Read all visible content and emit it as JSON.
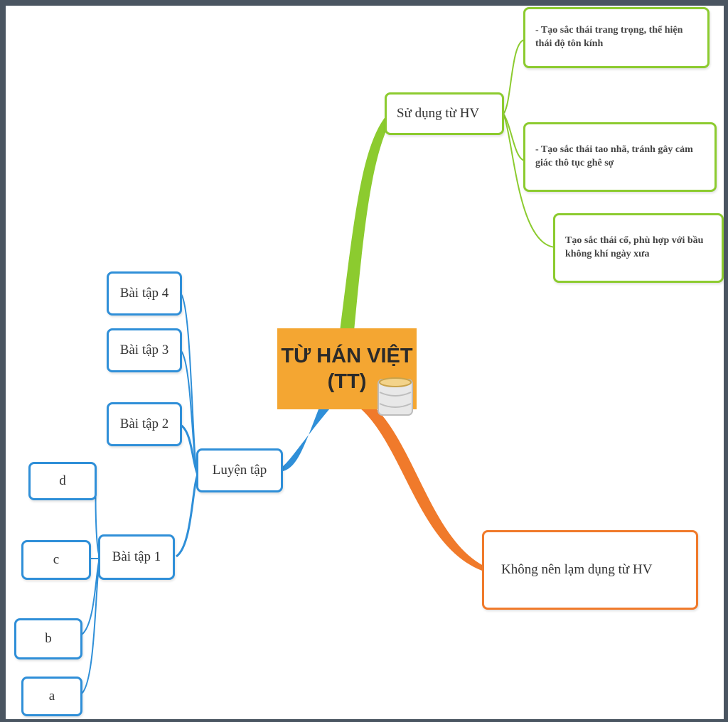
{
  "central": {
    "line1": "TỪ HÁN VIỆT",
    "line2": "(TT)",
    "icon": "database-icon"
  },
  "branches": {
    "usage": {
      "label": "Sử dụng từ HV",
      "children": [
        "- Tạo sắc thái trang trọng, thể hiện thái độ tôn kính",
        "- Tạo sắc thái tao nhã, tránh gây cảm giác thô tục ghê sợ",
        "Tạo sắc thái cổ, phù hợp với bầu không khí ngày xưa"
      ]
    },
    "warning": {
      "label": "Không nên lạm dụng từ HV"
    },
    "practice": {
      "label": "Luyện tập",
      "exercises": [
        "Bài tập 4",
        "Bài tập 3",
        "Bài tập 2",
        "Bài tập 1"
      ],
      "sub_items": [
        "d",
        "c",
        "b",
        "a"
      ]
    }
  },
  "colors": {
    "green": "#8ccb2f",
    "blue": "#2f8fd8",
    "orange": "#f07a2b",
    "center": "#f4a632"
  }
}
